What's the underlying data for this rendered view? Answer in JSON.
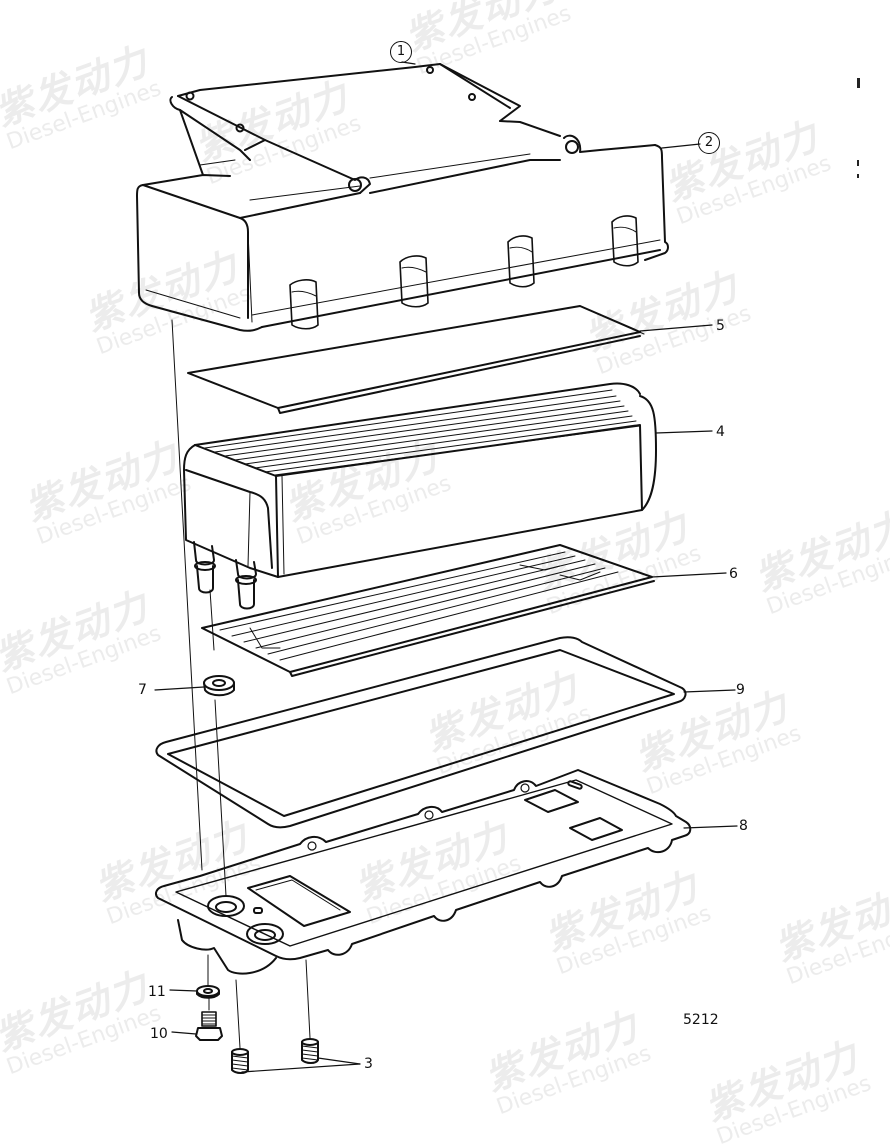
{
  "diagram": {
    "type": "exploded-parts-view",
    "drawing_number": "5212",
    "colors": {
      "line": "#111111",
      "background": "#ffffff",
      "watermark": "#ececec",
      "watermark_accent": "#fdf6e3"
    },
    "watermark": {
      "brand_cn": "紫发动力",
      "brand_en": "Diesel-Engines"
    },
    "callouts": [
      {
        "id": "1",
        "label": "1",
        "style": "circled",
        "part": "cover-bracket"
      },
      {
        "id": "2",
        "label": "2",
        "style": "circled",
        "part": "cooler-cover"
      },
      {
        "id": "5",
        "label": "5",
        "style": "plain",
        "part": "top-plate"
      },
      {
        "id": "4",
        "label": "4",
        "style": "plain",
        "part": "oil-cooler-element"
      },
      {
        "id": "6",
        "label": "6",
        "style": "plain",
        "part": "finned-plate"
      },
      {
        "id": "7",
        "label": "7",
        "style": "plain",
        "part": "seal-ring"
      },
      {
        "id": "9",
        "label": "9",
        "style": "plain",
        "part": "gasket"
      },
      {
        "id": "8",
        "label": "8",
        "style": "plain",
        "part": "base-housing"
      },
      {
        "id": "11",
        "label": "11",
        "style": "plain",
        "part": "washer"
      },
      {
        "id": "10",
        "label": "10",
        "style": "plain",
        "part": "plug-screw"
      },
      {
        "id": "3",
        "label": "3",
        "style": "plain",
        "part": "stud-bolts"
      }
    ]
  }
}
